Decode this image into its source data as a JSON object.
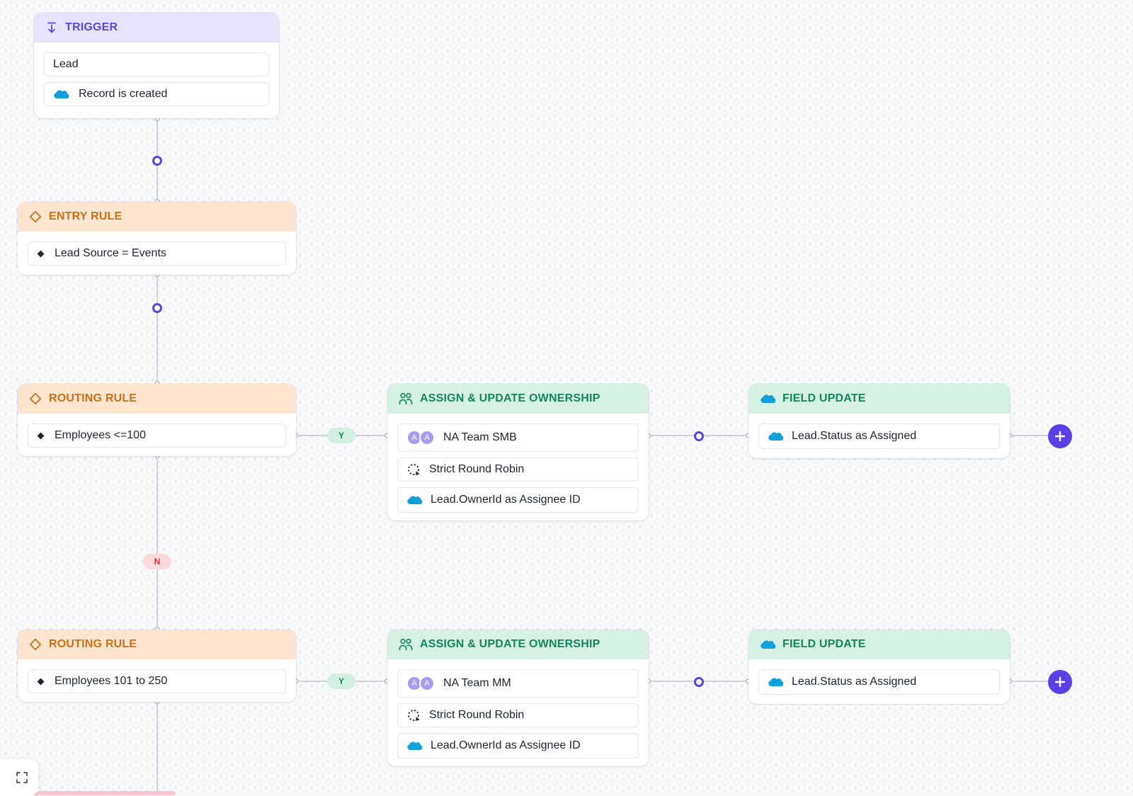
{
  "colors": {
    "accent": "#5b45e0",
    "trigger_header": "#e7e3fb",
    "rule_header": "#fde5cf",
    "action_header": "#d6f1e4",
    "yes_pill": "#d3efe2",
    "no_pill": "#fbd9dc"
  },
  "trigger": {
    "title": "TRIGGER",
    "icon": "arrow-down-to-line-icon",
    "object": "Lead",
    "event": "Record is created",
    "event_icon": "salesforce-cloud-icon"
  },
  "entry_rule": {
    "title": "ENTRY RULE",
    "icon": "diamond-outline-icon",
    "condition": "Lead Source = Events"
  },
  "routes": [
    {
      "rule": {
        "title": "ROUTING RULE",
        "condition": "Employees <=100"
      },
      "yes_label": "Y",
      "no_label": "N",
      "assign": {
        "title": "ASSIGN & UPDATE OWNERSHIP",
        "icon": "users-icon",
        "avatars": [
          "A",
          "A"
        ],
        "team": "NA Team SMB",
        "method": "Strict Round Robin",
        "method_icon": "round-robin-icon",
        "owner_field": "Lead.OwnerId as Assignee ID"
      },
      "field_update": {
        "title": "FIELD UPDATE",
        "icon": "salesforce-cloud-icon",
        "update": "Lead.Status as Assigned"
      }
    },
    {
      "rule": {
        "title": "ROUTING RULE",
        "condition": "Employees 101 to 250"
      },
      "yes_label": "Y",
      "assign": {
        "title": "ASSIGN & UPDATE OWNERSHIP",
        "icon": "users-icon",
        "avatars": [
          "A",
          "A"
        ],
        "team": "NA Team MM",
        "method": "Strict Round Robin",
        "method_icon": "round-robin-icon",
        "owner_field": "Lead.OwnerId as Assignee ID"
      },
      "field_update": {
        "title": "FIELD UPDATE",
        "icon": "salesforce-cloud-icon",
        "update": "Lead.Status as Assigned"
      }
    }
  ],
  "controls": {
    "add_step_icon": "plus-icon",
    "fullscreen_icon": "fullscreen-icon"
  }
}
